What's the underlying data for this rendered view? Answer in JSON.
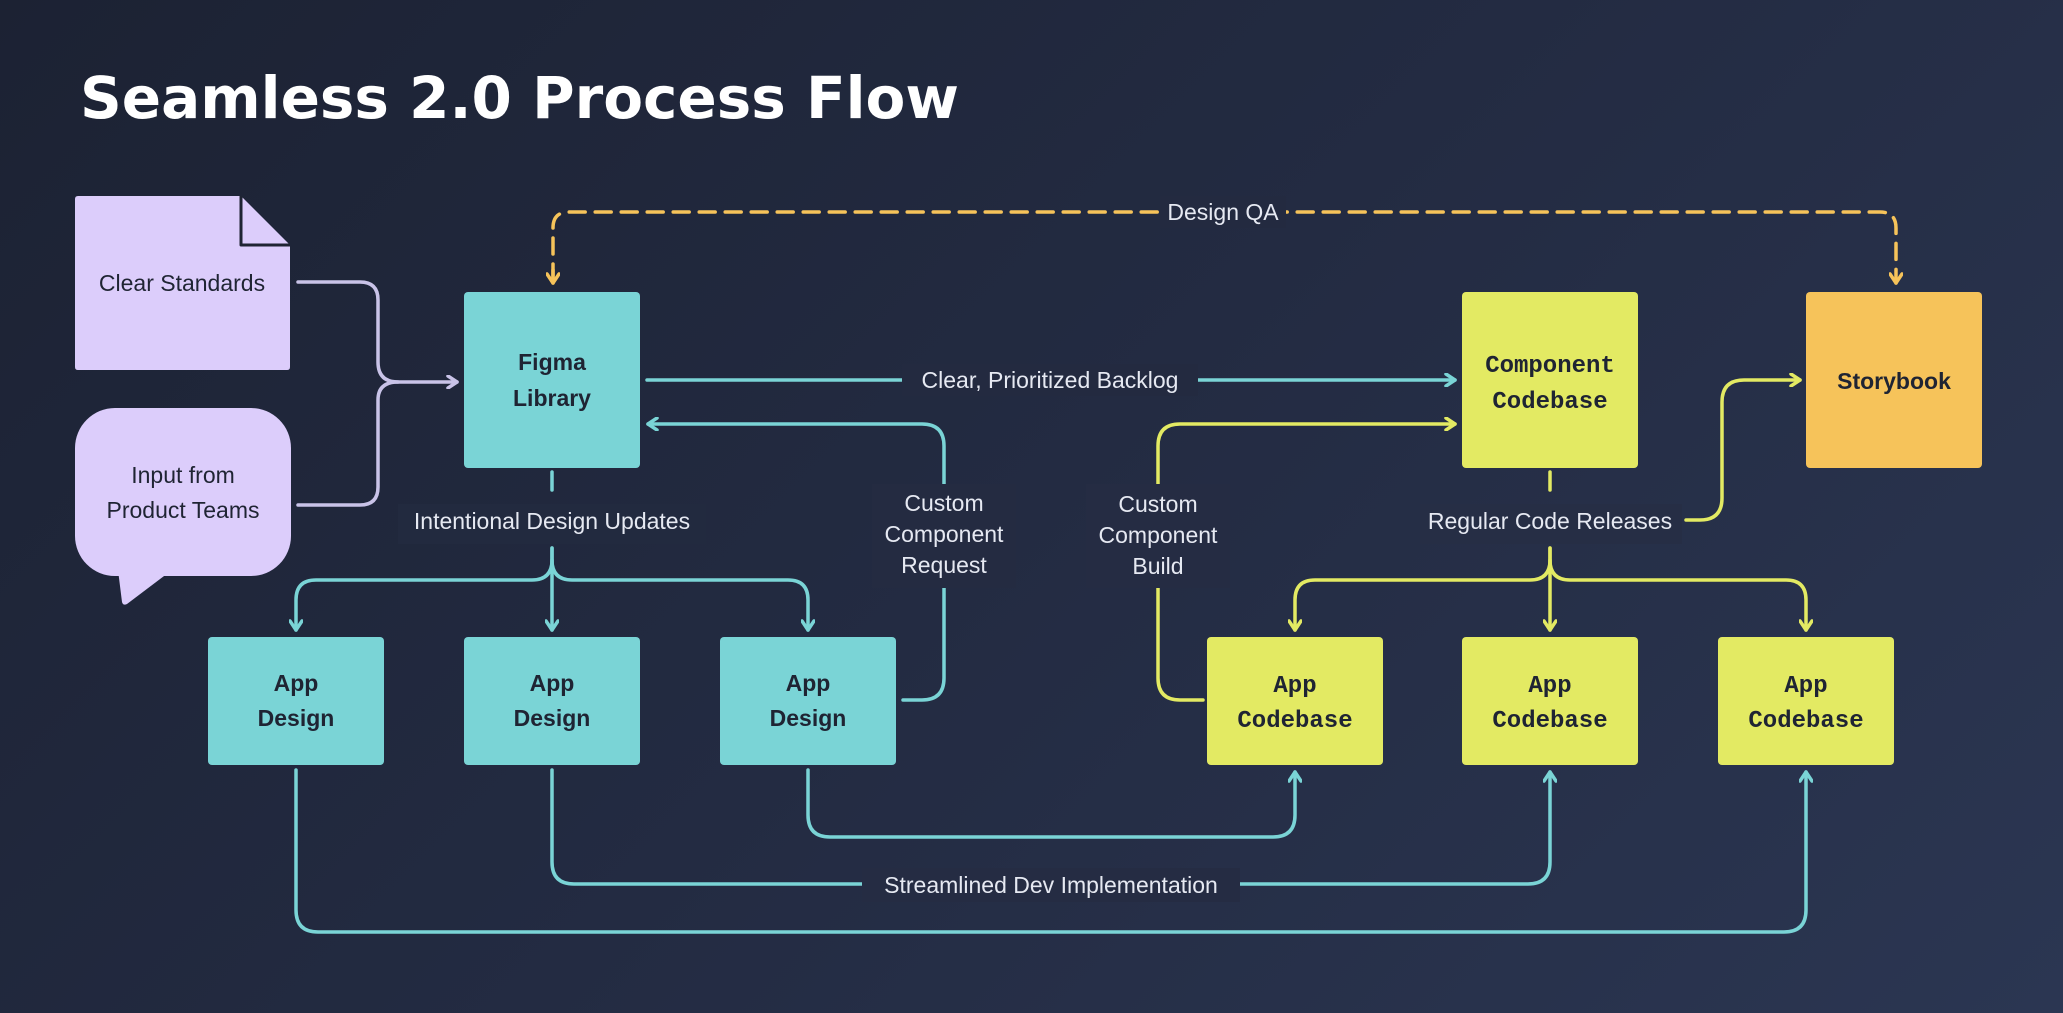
{
  "title": "Seamless 2.0 Process Flow",
  "colors": {
    "background": "#1f2538",
    "teal": "#7ad4d6",
    "lime": "#e3ea63",
    "lavender": "#dccdfb",
    "orange": "#f6c35a"
  },
  "nodes": {
    "clear_standards": "Clear Standards",
    "input_from_product_teams": [
      "Input from",
      "Product Teams"
    ],
    "figma_library": [
      "Figma",
      "Library"
    ],
    "component_codebase": [
      "Component",
      "Codebase"
    ],
    "storybook": "Storybook",
    "app_design": [
      "App",
      "Design"
    ],
    "app_codebase": [
      "App",
      "Codebase"
    ]
  },
  "edge_labels": {
    "design_qa": "Design QA",
    "clear_prioritized_backlog": "Clear, Prioritized Backlog",
    "intentional_design_updates": "Intentional Design Updates",
    "custom_component_request": [
      "Custom",
      "Component",
      "Request"
    ],
    "custom_component_build": [
      "Custom",
      "Component",
      "Build"
    ],
    "regular_code_releases": "Regular Code Releases",
    "streamlined_dev_implementation": "Streamlined Dev Implementation"
  }
}
